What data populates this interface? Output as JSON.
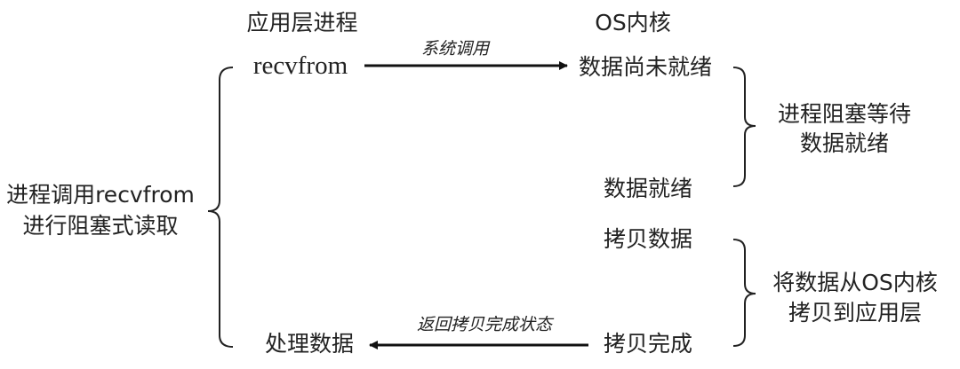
{
  "headers": {
    "app_process": "应用层进程",
    "os_kernel": "OS内核"
  },
  "left_label": [
    "进程调用recvfrom",
    "进行阻塞式读取"
  ],
  "app_side": {
    "recvfrom": "recvfrom",
    "process_data": "处理数据"
  },
  "kernel_side": {
    "not_ready": "数据尚未就绪",
    "ready": "数据就绪",
    "copy_data": "拷贝数据",
    "copy_done": "拷贝完成"
  },
  "arrows": {
    "syscall": "系统调用",
    "return_status": "返回拷贝完成状态"
  },
  "phases": {
    "wait": [
      "进程阻塞等待",
      "数据就绪"
    ],
    "copy": [
      "将数据从OS内核",
      "拷贝到应用层"
    ]
  }
}
